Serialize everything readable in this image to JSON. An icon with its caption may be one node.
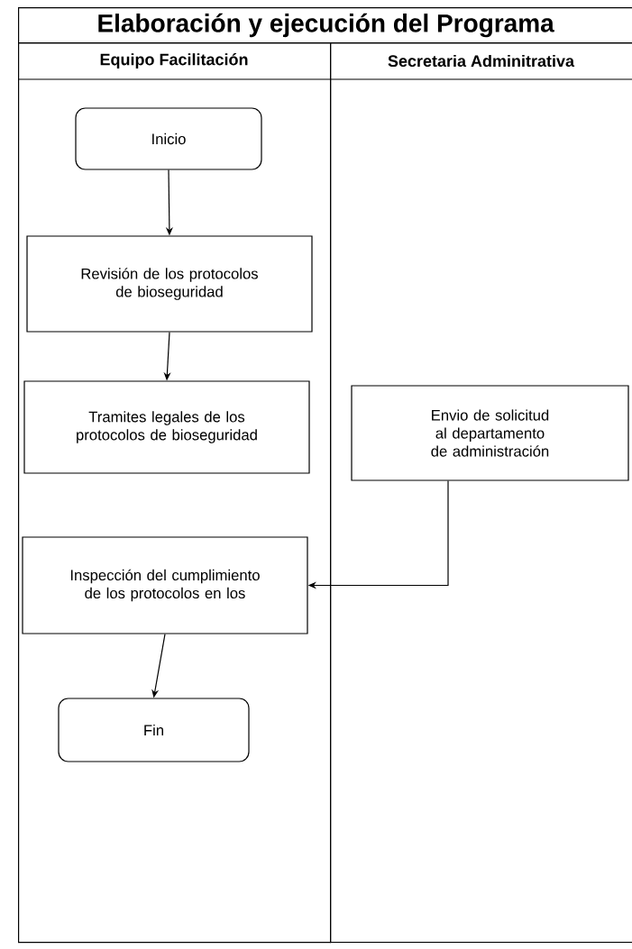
{
  "diagram": {
    "title": "Elaboración y ejecución del Programa",
    "nodes": [
      {
        "text": [
          "Equipo Facilitación"
        ]
      },
      {
        "text": [
          "Inicio"
        ],
        "in": 0
      },
      {
        "text": [
          "Revisión de los protocolos de bioseguridad"
        ],
        "in": 0
      },
      {
        "text": [
          "Tramites legales de los protocolos de bioseguridad"
        ],
        "in": 0
      },
      {
        "text": [
          "Inspección del cumplimiento de los protocolos en los"
        ],
        "in": 0
      },
      {
        "text": [
          "Fin"
        ],
        "in": 0
      },
      {
        "text": [
          "Secretaria Adminitrativa"
        ]
      },
      {
        "text": [
          "Envio de solicitud al departamento de administración"
        ],
        "in": 6
      }
    ],
    "edges": [
      {
        "from": 1,
        "to": 2,
        "arrow": "to"
      },
      {
        "from": 2,
        "to": 3,
        "arrow": "to"
      },
      {
        "from": 7,
        "to": 4,
        "arrow": "to"
      },
      {
        "from": 4,
        "to": 5,
        "arrow": "to"
      }
    ]
  }
}
